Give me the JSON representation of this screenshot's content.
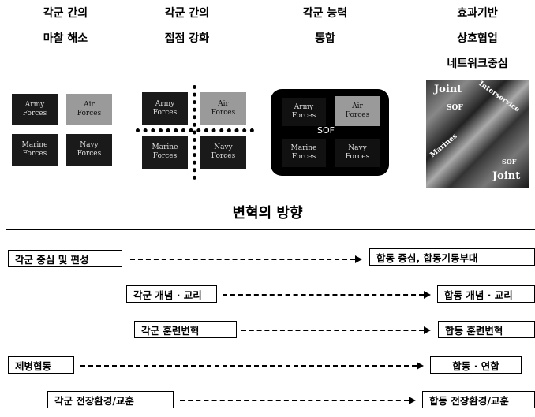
{
  "headers": [
    {
      "line1": "각군 간의",
      "line2": "마찰 해소"
    },
    {
      "line1": "각군 간의",
      "line2": "접점 강화"
    },
    {
      "line1": "각군 능력",
      "line2": "통합"
    },
    {
      "line1": "효과기반",
      "line2": "상호협업",
      "line3": "네트워크중심"
    }
  ],
  "forces": {
    "army": "Army\nForces",
    "air": "Air\nForces",
    "marine": "Marine\nForces",
    "navy": "Navy\nForces",
    "sof": "SOF"
  },
  "joint_panel": {
    "joint_top": "Joint",
    "sof": "SOF",
    "interservice": "Interservice",
    "marines": "Marines",
    "sof2": "SOF",
    "joint_bottom": "Joint"
  },
  "section_title": "변혁의 방향",
  "rows": [
    {
      "left": "각군 중심 및 편성",
      "right": "합동 중심, 합동기동부대"
    },
    {
      "left": "각군 개념 · 교리",
      "right": "합동 개념 · 교리"
    },
    {
      "left": "각군 훈련변혁",
      "right": "합동 훈련변혁"
    },
    {
      "left": "제병협동",
      "right": "합동 · 연합"
    },
    {
      "left": "각군 전장환경/교훈",
      "right": "합동 전장환경/교훈"
    }
  ]
}
